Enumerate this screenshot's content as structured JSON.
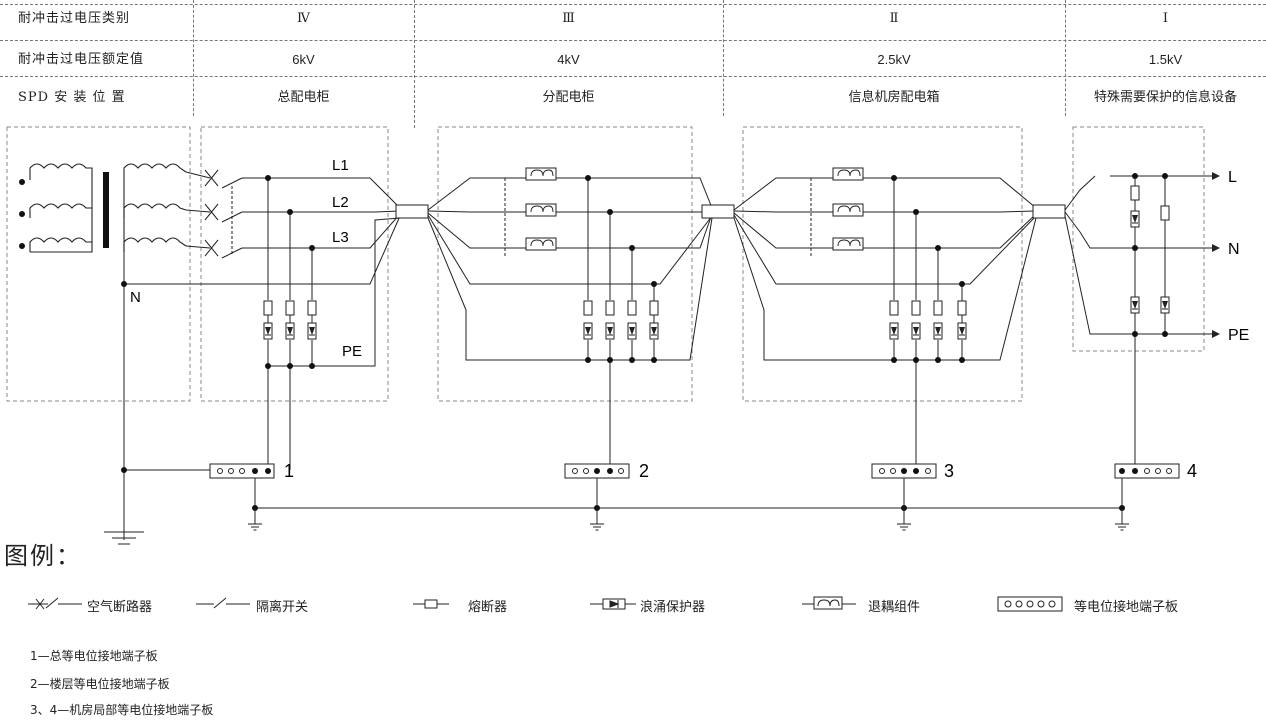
{
  "header": {
    "rows": [
      {
        "label": "耐冲击过电压类别",
        "values": [
          "Ⅳ",
          "Ⅲ",
          "Ⅱ",
          "Ⅰ"
        ]
      },
      {
        "label": "耐冲击过电压额定值",
        "values": [
          "6kV",
          "4kV",
          "2.5kV",
          "1.5kV"
        ]
      },
      {
        "label": "SPD 安 装 位 置",
        "values": [
          "总配电柜",
          "分配电柜",
          "信息机房配电箱",
          "特殊需要保护的信息设备"
        ]
      }
    ]
  },
  "diagram": {
    "line_labels": [
      "L1",
      "L2",
      "L3",
      "N",
      "PE"
    ],
    "output_labels": [
      "L",
      "N",
      "PE"
    ],
    "terminal_numbers": [
      "1",
      "2",
      "3",
      "4"
    ]
  },
  "legend": {
    "title": "图例：",
    "items": [
      {
        "label": "空气断路器",
        "icon": "air-breaker-icon"
      },
      {
        "label": "隔离开关",
        "icon": "isolating-switch-icon"
      },
      {
        "label": "熔断器",
        "icon": "fuse-icon"
      },
      {
        "label": "浪涌保护器",
        "icon": "surge-protector-icon"
      },
      {
        "label": "退耦组件",
        "icon": "decoupling-icon"
      },
      {
        "label": "等电位接地端子板",
        "icon": "terminal-board-icon"
      }
    ],
    "notes": [
      "1—总等电位接地端子板",
      "2—楼层等电位接地端子板",
      "3、4—机房局部等电位接地端子板"
    ]
  }
}
